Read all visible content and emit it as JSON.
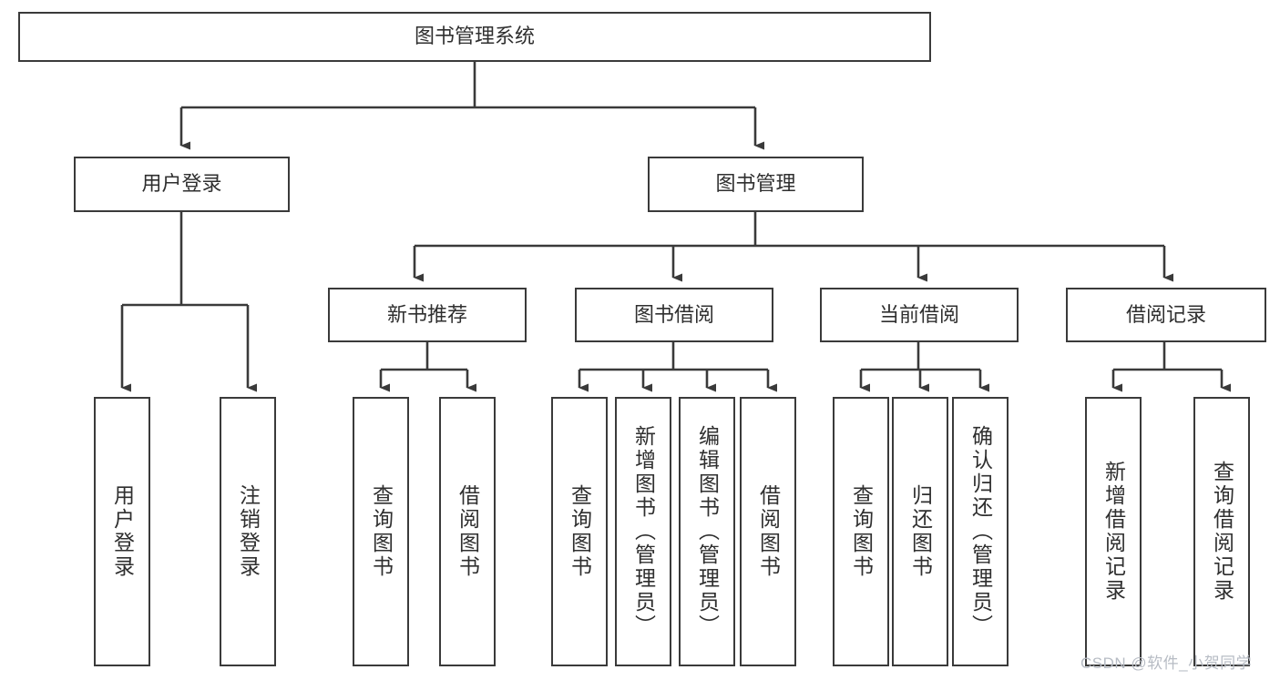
{
  "diagram": {
    "type": "tree-hierarchy",
    "title": "图书管理系统",
    "root": {
      "id": "root",
      "label": "图书管理系统"
    },
    "level2": [
      {
        "id": "user-login",
        "label": "用户登录"
      },
      {
        "id": "book-manage",
        "label": "图书管理"
      }
    ],
    "level3": [
      {
        "id": "new-book-rec",
        "label": "新书推荐",
        "parent": "book-manage"
      },
      {
        "id": "book-borrow",
        "label": "图书借阅",
        "parent": "book-manage"
      },
      {
        "id": "current-borrow",
        "label": "当前借阅",
        "parent": "book-manage"
      },
      {
        "id": "borrow-record",
        "label": "借阅记录",
        "parent": "book-manage"
      }
    ],
    "leaves": [
      {
        "id": "leaf-user-login",
        "label": "用户登录",
        "parent": "user-login"
      },
      {
        "id": "leaf-logout",
        "label": "注销登录",
        "parent": "user-login"
      },
      {
        "id": "leaf-query-book-1",
        "label": "查询图书",
        "parent": "new-book-rec"
      },
      {
        "id": "leaf-borrow-book-1",
        "label": "借阅图书",
        "parent": "new-book-rec"
      },
      {
        "id": "leaf-query-book-2",
        "label": "查询图书",
        "parent": "book-borrow"
      },
      {
        "id": "leaf-add-book",
        "label": "新增图书（管理员）",
        "parent": "book-borrow"
      },
      {
        "id": "leaf-edit-book",
        "label": "编辑图书（管理员）",
        "parent": "book-borrow"
      },
      {
        "id": "leaf-borrow-book-2",
        "label": "借阅图书",
        "parent": "book-borrow"
      },
      {
        "id": "leaf-query-book-3",
        "label": "查询图书",
        "parent": "current-borrow"
      },
      {
        "id": "leaf-return-book",
        "label": "归还图书",
        "parent": "current-borrow"
      },
      {
        "id": "leaf-confirm-return",
        "label": "确认归还（管理员）",
        "parent": "current-borrow"
      },
      {
        "id": "leaf-add-record",
        "label": "新增借阅记录",
        "parent": "borrow-record"
      },
      {
        "id": "leaf-query-record",
        "label": "查询借阅记录",
        "parent": "borrow-record"
      }
    ],
    "colors": {
      "stroke": "#3a3a3a",
      "fill": "#ffffff",
      "text": "#2f2f2f",
      "watermark": "#b7bcc4"
    }
  },
  "watermark": {
    "text": "CSDN @软件_小贺同学"
  }
}
